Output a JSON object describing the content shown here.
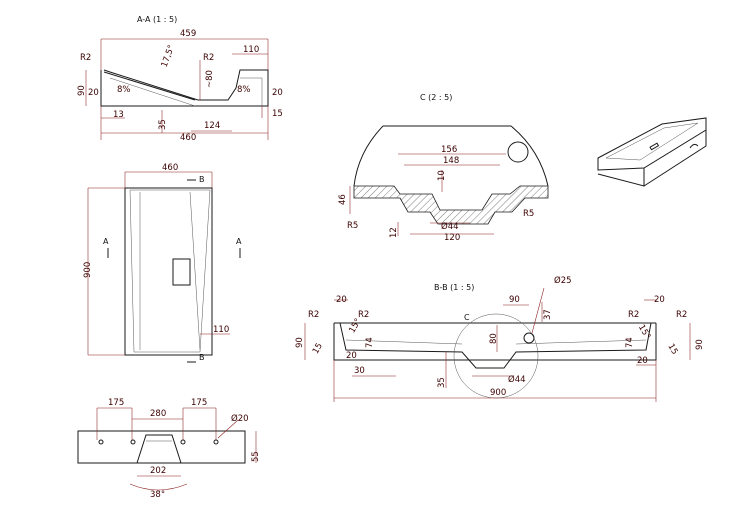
{
  "view_aa": {
    "title": "A-A  (1 : 5)",
    "dims": {
      "d459": "459",
      "d110": "110",
      "r2l": "R2",
      "r2r": "R2",
      "d17": "17,5°",
      "d80": "~80",
      "d90": "90",
      "d20l": "20",
      "d8l": "8%",
      "d8r": "8%",
      "d20r": "20",
      "d13": "13",
      "d35": "35",
      "d124": "124",
      "d15": "15",
      "d460": "460"
    }
  },
  "view_plan": {
    "dims": {
      "d460": "460",
      "d900": "900",
      "d110": "110"
    },
    "markers": {
      "b_top": "B",
      "b_bottom": "B",
      "a_left": "A",
      "a_right": "A"
    }
  },
  "view_c": {
    "title": "C  (2 : 5)",
    "dims": {
      "d156": "156",
      "d148": "148",
      "d10": "10",
      "d46": "46",
      "r5l": "R5",
      "r5r": "R5",
      "d12": "12",
      "d44": "Ø44",
      "d120": "120"
    }
  },
  "view_bb": {
    "title": "B-B  (1 : 5)",
    "dims": {
      "d20l": "20",
      "r2a": "R2",
      "r2b": "R2",
      "d90": "90",
      "d25": "Ø25",
      "d37": "37",
      "d20r": "20",
      "r2c": "R2",
      "r2d": "R2",
      "d90l": "90",
      "d90r": "90",
      "d15l": "15",
      "d15r": "15",
      "d74l": "74",
      "d74r": "74",
      "d80": "80",
      "d20l2": "20",
      "d20r2": "20",
      "d30": "30",
      "d44": "Ø44",
      "d35": "35",
      "c": "C",
      "d900": "900",
      "d15ll": "15°",
      "d15rr": "15°"
    }
  },
  "view_bottom": {
    "dims": {
      "d175l": "175",
      "d280": "280",
      "d175r": "175",
      "d20": "Ø20",
      "d55": "55",
      "d202": "202",
      "d38": "38°"
    }
  }
}
